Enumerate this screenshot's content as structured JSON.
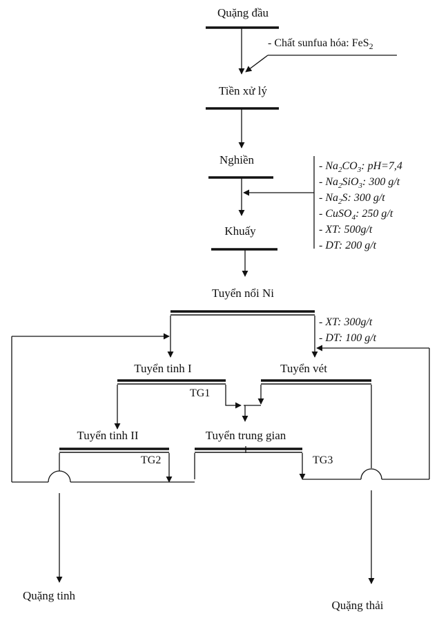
{
  "nodes": {
    "quang_dau": "Quặng đầu",
    "tien_xu_ly": "Tiền xử lý",
    "nghien": "Nghiền",
    "khuay": "Khuấy",
    "tuyen_noi_ni": "Tuyển nổi Ni",
    "tuyen_tinh_1": "Tuyển tinh I",
    "tuyen_vet": "Tuyển vét",
    "tuyen_trung_gian": "Tuyển trung gian",
    "tuyen_tinh_2": "Tuyển tinh II",
    "quang_tinh": "Quặng tinh",
    "quang_thai": "Quặng thải"
  },
  "streams": {
    "tg1": "TG1",
    "tg2": "TG2",
    "tg3": "TG3"
  },
  "notes": {
    "sulfidizer_prefix": "- Chất sunfua hóa: FeS",
    "sulfidizer_sub": "2"
  },
  "reagents_grinding": [
    {
      "prefix": "- Na",
      "s1": "2",
      "mid": "CO",
      "s2": "3",
      "rest": ": pH=7,4"
    },
    {
      "prefix": "- Na",
      "s1": "2",
      "mid": "SiO",
      "s2": "3",
      "rest": ": 300 g/t"
    },
    {
      "prefix": "- Na",
      "s1": "2",
      "mid": "S",
      "s2": "",
      "rest": ": 300 g/t"
    },
    {
      "prefix": "- CuSO",
      "s1": "4",
      "mid": "",
      "s2": "",
      "rest": ": 250 g/t"
    },
    {
      "prefix": "- XT: 500g/t",
      "s1": "",
      "mid": "",
      "s2": "",
      "rest": ""
    },
    {
      "prefix": "- DT: 200 g/t",
      "s1": "",
      "mid": "",
      "s2": "",
      "rest": ""
    }
  ],
  "reagents_scavenger": [
    {
      "prefix": "- XT: 300g/t"
    },
    {
      "prefix": "- DT: 100 g/t"
    }
  ]
}
